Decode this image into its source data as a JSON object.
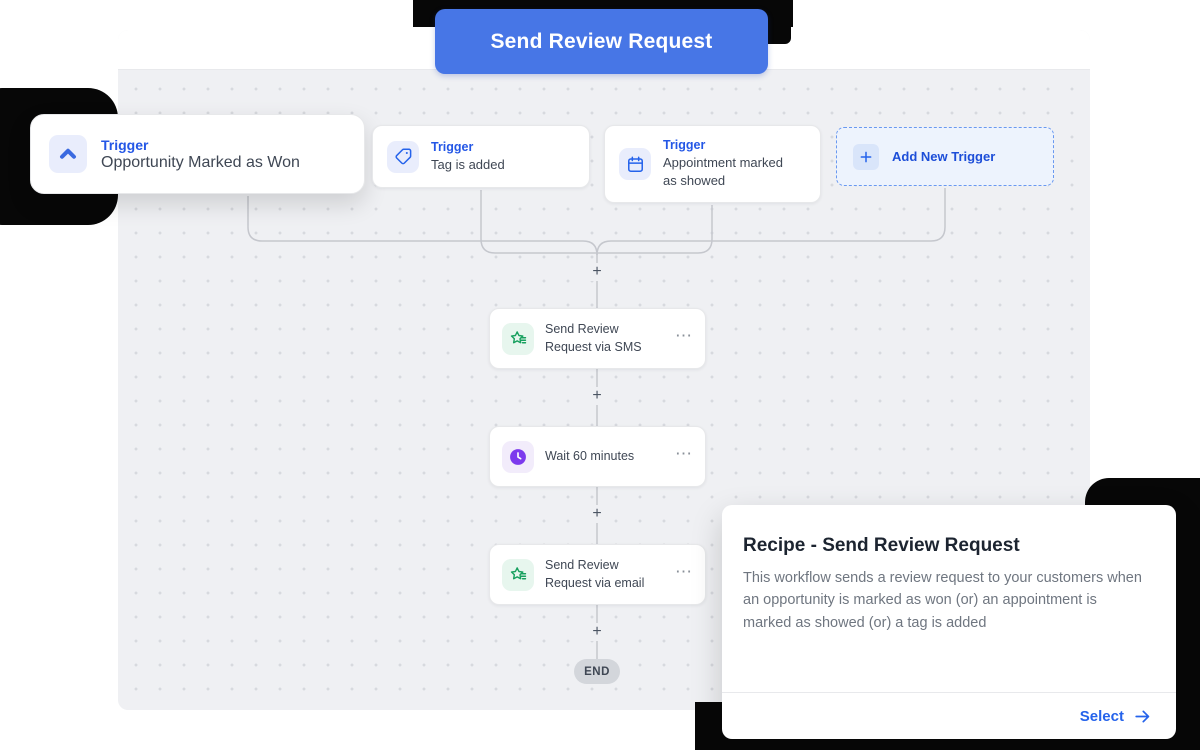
{
  "banner": {
    "label": "Send Review Request"
  },
  "triggers": [
    {
      "type_label": "Trigger",
      "name": "Opportunity Marked as Won",
      "icon": "chevron-up-icon"
    },
    {
      "type_label": "Trigger",
      "name": "Tag is added",
      "icon": "tag-icon"
    },
    {
      "type_label": "Trigger",
      "name": "Appointment marked as showed",
      "icon": "calendar-icon"
    }
  ],
  "add_trigger": {
    "label": "Add New Trigger",
    "icon": "plus-icon"
  },
  "steps": [
    {
      "name": "Send Review Request via SMS",
      "icon": "review-star-icon"
    },
    {
      "name": "Wait 60 minutes",
      "icon": "clock-icon"
    },
    {
      "name": "Send Review Request via email",
      "icon": "review-star-icon"
    }
  ],
  "ui": {
    "plus_symbol": "+",
    "ellipsis": "⋯",
    "end_label": "END"
  },
  "recipe": {
    "title": "Recipe - Send Review Request",
    "description": "This workflow sends a review request to your customers when an opportunity is marked as won (or) an appointment is marked as showed (or) a tag is added",
    "select_label": "Select"
  },
  "colors": {
    "accent_blue": "#4776e6",
    "trigger_blue": "#2563eb",
    "star_green": "#17a05e",
    "clock_purple": "#7c3aed",
    "canvas_bg": "#eff0f3",
    "cutout_black": "#070707",
    "end_pill_gray": "#d3d6db"
  }
}
